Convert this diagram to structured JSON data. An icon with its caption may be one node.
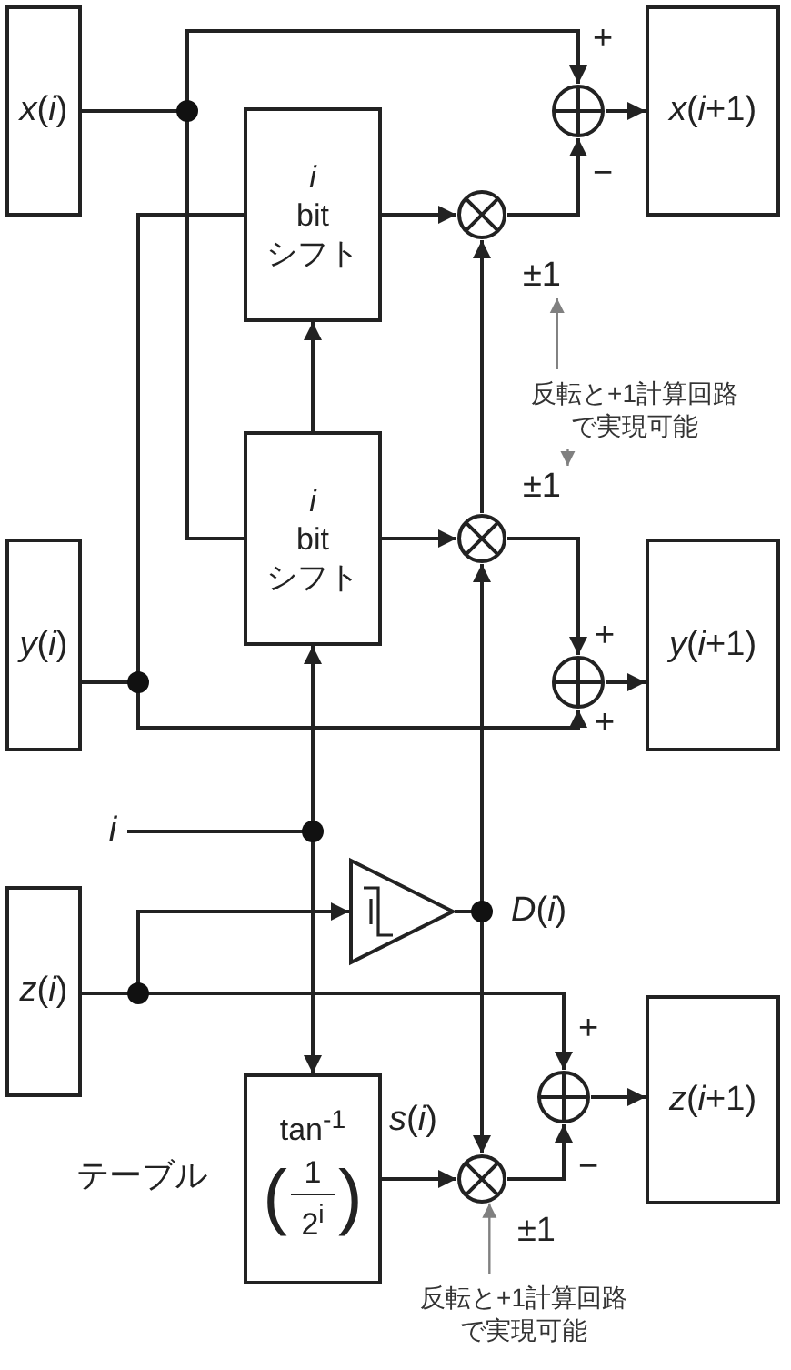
{
  "diagram": {
    "nodes": [
      {
        "text": [
          "*x*(*i*)"
        ]
      },
      {
        "text": [
          "i",
          "bit",
          "シフト"
        ]
      },
      {
        "text": [
          "*x*(*i*+1)"
        ]
      },
      {
        "text": [],
        "shape": "circle"
      },
      {
        "text": [],
        "shape": "circle"
      },
      {
        "text": [
          "±1"
        ]
      },
      {
        "text": [
          "反転と+1計算回路で実現可能"
        ]
      },
      {
        "text": [
          "i",
          "bit",
          "シフト"
        ]
      },
      {
        "text": [],
        "shape": "circle"
      },
      {
        "text": [
          "±1"
        ]
      },
      {
        "text": [
          "*y*(*i*)"
        ]
      },
      {
        "text": [],
        "shape": "circle"
      },
      {
        "text": [
          "*y*(*i*+1)"
        ]
      },
      {
        "text": [
          "i"
        ]
      },
      {
        "text": [],
        "shape": "triangle"
      },
      {
        "text": [
          "*z*(*i*)"
        ]
      },
      {
        "text": [],
        "shape": "circle"
      },
      {
        "text": [
          "*z*(*i*+1)"
        ]
      },
      {
        "text": [
          "tan$^{-1}$",
          "(",
          "1",
          "2$^{i}$",
          ")"
        ],
        "beside": [
          "テーブル"
        ]
      },
      {
        "text": [],
        "shape": "circle"
      },
      {
        "text": [
          "±1"
        ]
      },
      {
        "text": [
          "反転と+1計算回路で実現可能"
        ]
      }
    ],
    "edges": [
      {
        "from": 0,
        "to": 3,
        "arrow": "to"
      },
      {
        "from": 0,
        "to": 7,
        "arrow": "none"
      },
      {
        "from": 10,
        "to": 1,
        "arrow": "none"
      },
      {
        "from": 1,
        "to": 4,
        "arrow": "to"
      },
      {
        "from": 4,
        "to": 3,
        "arrow": "to"
      },
      {
        "from": 3,
        "to": 2,
        "arrow": "to"
      },
      {
        "from": 7,
        "to": 8,
        "arrow": "to"
      },
      {
        "from": 8,
        "to": 11,
        "arrow": "to"
      },
      {
        "from": 10,
        "to": 11,
        "arrow": "to"
      },
      {
        "from": 11,
        "to": 12,
        "arrow": "to"
      },
      {
        "from": 13,
        "to": 7,
        "arrow": "to"
      },
      {
        "from": 7,
        "to": 1,
        "arrow": "to"
      },
      {
        "from": 13,
        "to": 18,
        "arrow": "to"
      },
      {
        "from": 14,
        "to": 8,
        "arrow": "to"
      },
      {
        "from": 8,
        "to": 4,
        "arrow": "to"
      },
      {
        "from": 14,
        "to": 19,
        "arrow": "to"
      },
      {
        "from": 15,
        "to": 14,
        "arrow": "to"
      },
      {
        "from": 15,
        "to": 16,
        "arrow": "to"
      },
      {
        "from": 18,
        "to": 19,
        "label": "*s*(*i*)",
        "arrow": "to"
      },
      {
        "from": 19,
        "to": 16,
        "arrow": "to"
      },
      {
        "from": 16,
        "to": 17,
        "arrow": "to"
      },
      {
        "from": 6,
        "to": 5,
        "arrow": "to",
        "color": "#808080"
      },
      {
        "from": 6,
        "to": 9,
        "arrow": "to",
        "color": "#808080"
      },
      {
        "from": 21,
        "to": 19,
        "arrow": "to",
        "color": "#808080"
      }
    ],
    "labels": [
      "+",
      "−",
      "+",
      "+",
      "*D*(*i*)",
      "+",
      "−"
    ]
  }
}
